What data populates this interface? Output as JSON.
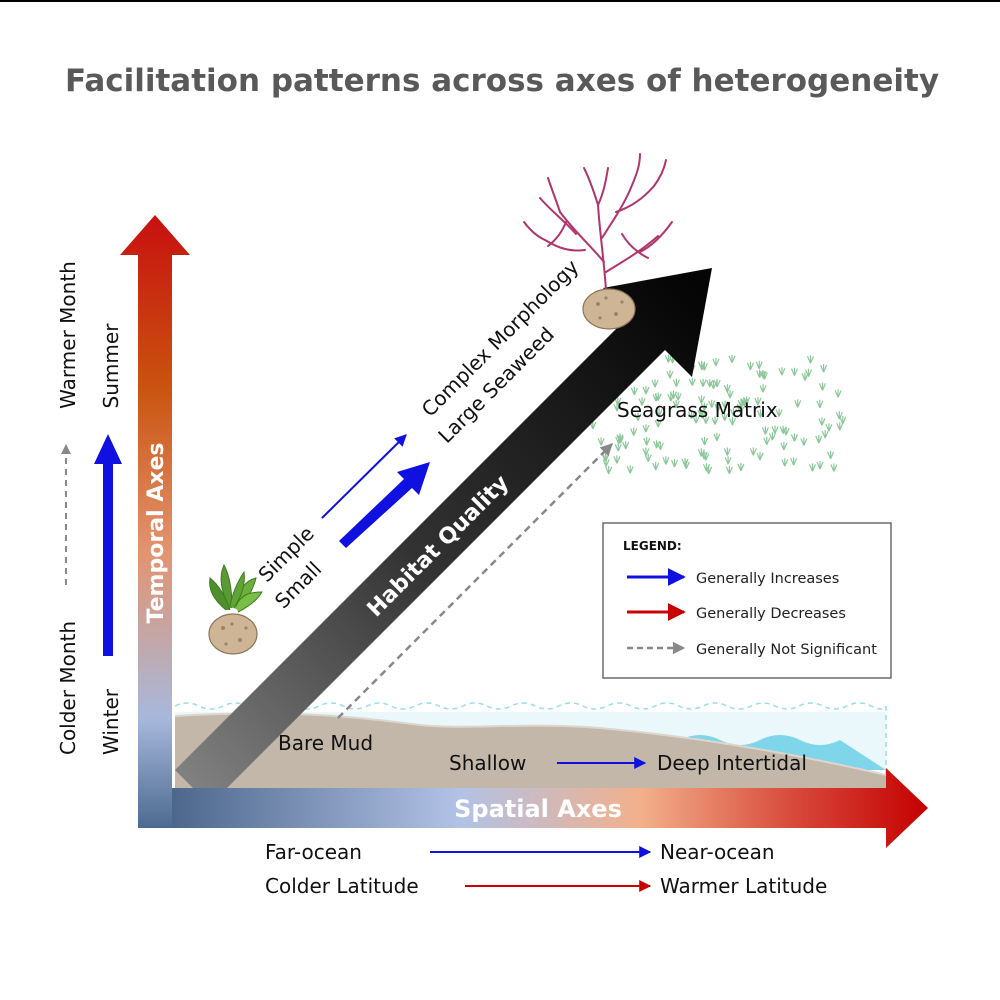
{
  "title": "Facilitation patterns across axes of heterogeneity",
  "axes": {
    "temporal": "Temporal Axes",
    "spatial": "Spatial Axes",
    "habitat": "Habitat Quality"
  },
  "temporal": {
    "month_low": "Colder Month",
    "month_high": "Warmer Month",
    "season_low": "Winter",
    "season_high": "Summer"
  },
  "habitat": {
    "simple": "Simple",
    "small": "Small",
    "complex": "Complex Morphology",
    "large": "Large Seaweed",
    "seagrass": "Seagrass Matrix",
    "bare_mud": "Bare Mud"
  },
  "spatial": {
    "shallow": "Shallow",
    "deep": "Deep Intertidal",
    "far_ocean": "Far-ocean",
    "near_ocean": "Near-ocean",
    "colder_lat": "Colder Latitude",
    "warmer_lat": "Warmer Latitude"
  },
  "legend": {
    "title": "LEGEND:",
    "increases": "Generally Increases",
    "decreases": "Generally Decreases",
    "not_significant": "Generally Not Significant"
  },
  "colors": {
    "increase": "#1010e0",
    "decrease": "#c80000",
    "not_significant": "#888888",
    "title": "#595959",
    "mud": "#c3b7a9",
    "water": "#7fd6ea"
  },
  "icons": {
    "red_seaweed": "red-seaweed-icon",
    "green_seaweed": "green-seaweed-icon",
    "seagrass": "seagrass-icon"
  }
}
